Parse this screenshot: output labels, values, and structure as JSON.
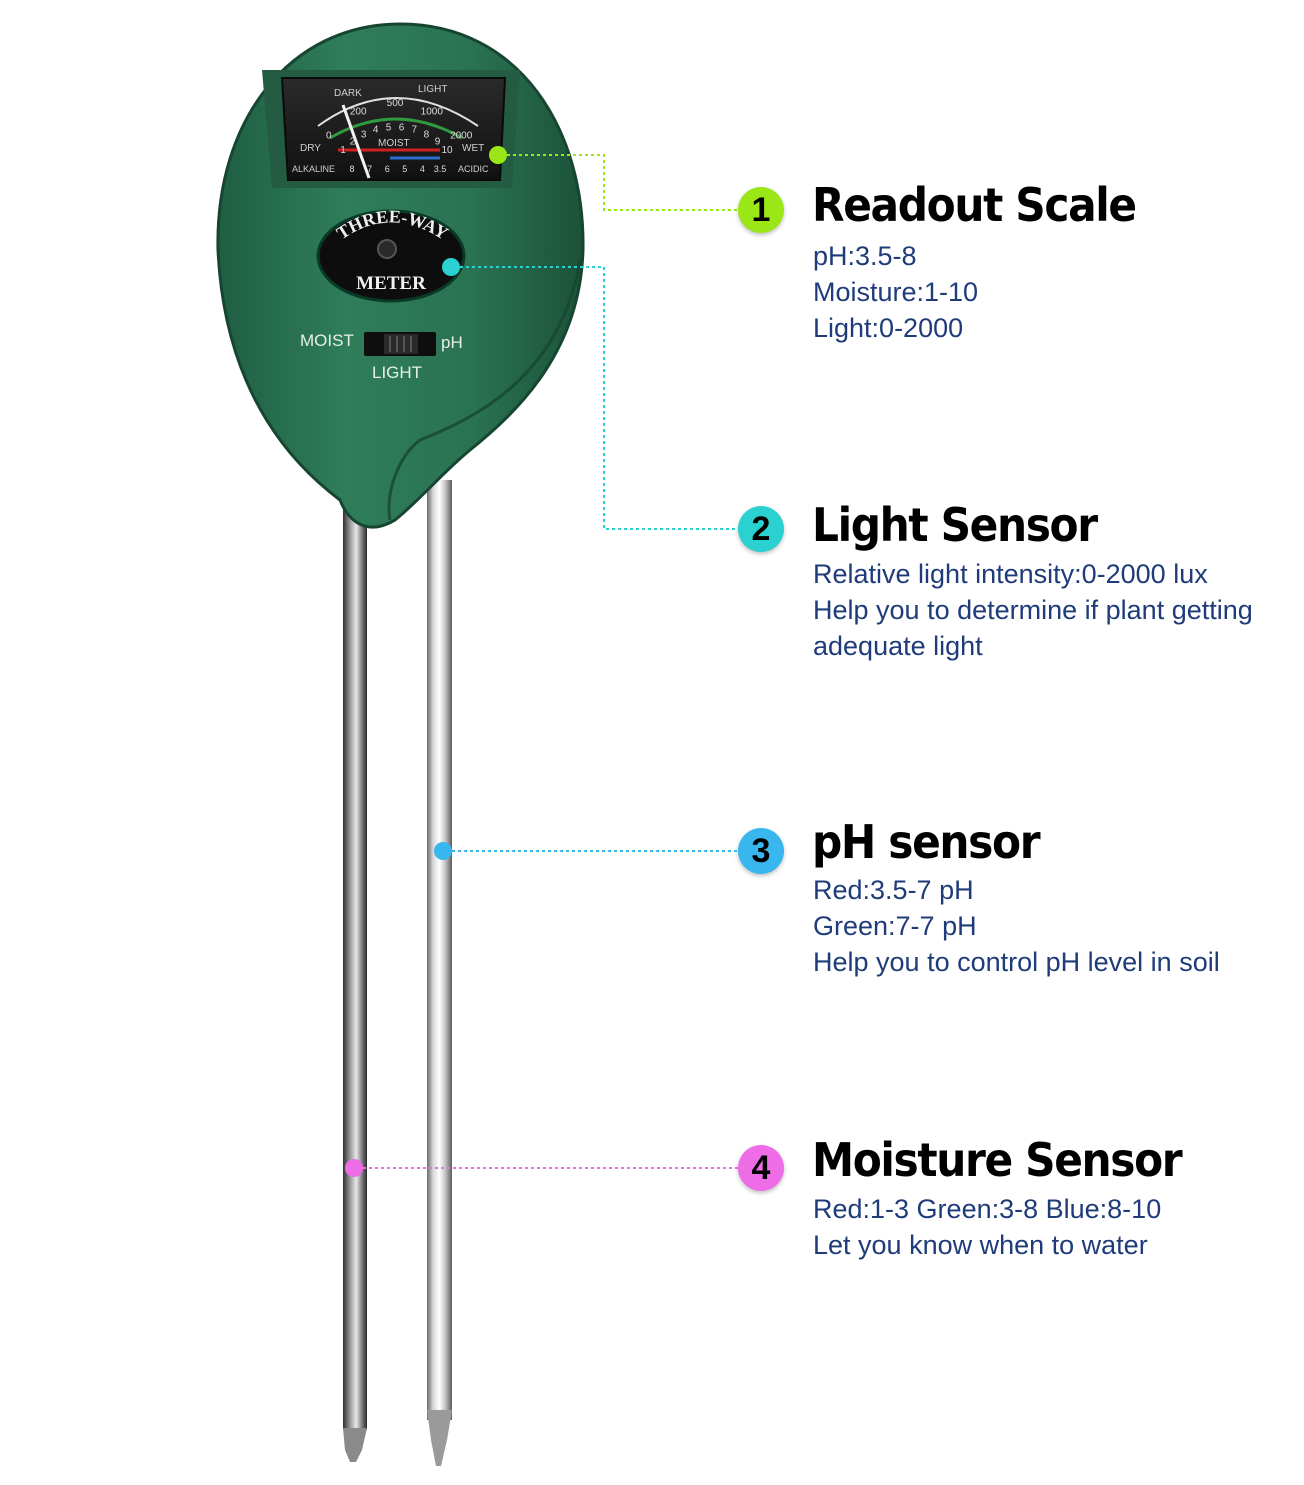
{
  "meter": {
    "brand_top": "THREE-WAY",
    "brand_bottom": "METER",
    "switch_left": "MOIST",
    "switch_right": "pH",
    "switch_bottom": "LIGHT",
    "dial": {
      "dark": "DARK",
      "light": "LIGHT",
      "light_ticks": [
        "0",
        "200",
        "500",
        "1000",
        "2000"
      ],
      "moist_ticks": [
        "1",
        "2",
        "3",
        "4",
        "5",
        "6",
        "7",
        "8",
        "9",
        "10"
      ],
      "dry": "DRY",
      "moist": "MOIST",
      "wet": "WET",
      "alkaline": "ALKALINE",
      "ph_ticks": [
        "8",
        "7",
        "6",
        "5",
        "4",
        "3.5"
      ],
      "acidic": "ACIDIC"
    }
  },
  "callouts": [
    {
      "number": "1",
      "title": "Readout Scale",
      "lines": [
        "pH:3.5-8",
        "Moisture:1-10",
        "Light:0-2000"
      ],
      "color": "#9be616"
    },
    {
      "number": "2",
      "title": "Light Sensor",
      "lines": [
        "Relative light intensity:0-2000 lux",
        "Help you to determine if plant getting",
        "adequate light"
      ],
      "color": "#2bd0d0"
    },
    {
      "number": "3",
      "title": "pH sensor",
      "lines": [
        "Red:3.5-7 pH",
        "Green:7-7 pH",
        "Help you to control pH level in soil"
      ],
      "color": "#38b6ee"
    },
    {
      "number": "4",
      "title": "Moisture Sensor",
      "lines": [
        "Red:1-3 Green:3-8 Blue:8-10",
        "Let you know when to water"
      ],
      "color": "#ee6de6"
    }
  ]
}
